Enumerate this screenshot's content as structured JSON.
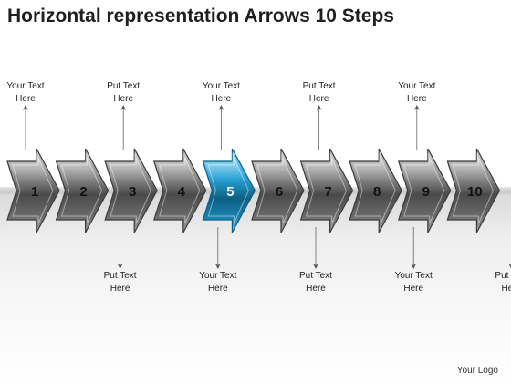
{
  "title": "Horizontal representation Arrows 10 Steps",
  "steps": [
    {
      "num": "1",
      "label_line1": "Your Text",
      "label_line2": "Here",
      "label_pos": "top",
      "highlight": false
    },
    {
      "num": "2",
      "label_line1": "Put Text",
      "label_line2": "Here",
      "label_pos": "bottom",
      "highlight": false
    },
    {
      "num": "3",
      "label_line1": "Put Text",
      "label_line2": "Here",
      "label_pos": "top",
      "highlight": false
    },
    {
      "num": "4",
      "label_line1": "Your Text",
      "label_line2": "Here",
      "label_pos": "bottom",
      "highlight": false
    },
    {
      "num": "5",
      "label_line1": "Your Text",
      "label_line2": "Here",
      "label_pos": "top",
      "highlight": true
    },
    {
      "num": "6",
      "label_line1": "Put Text",
      "label_line2": "Here",
      "label_pos": "bottom",
      "highlight": false
    },
    {
      "num": "7",
      "label_line1": "Put Text",
      "label_line2": "Here",
      "label_pos": "top",
      "highlight": false
    },
    {
      "num": "8",
      "label_line1": "Your Text",
      "label_line2": "Here",
      "label_pos": "bottom",
      "highlight": false
    },
    {
      "num": "9",
      "label_line1": "Your Text",
      "label_line2": "Here",
      "label_pos": "top",
      "highlight": false
    },
    {
      "num": "10",
      "label_line1": "Put Text",
      "label_line2": "Here",
      "label_pos": "bottom",
      "highlight": false
    }
  ],
  "logo": "Your Logo",
  "colors": {
    "arrow_gray": "#6e6e6e",
    "arrow_dark": "#3a3a3a",
    "highlight_blue": "#2aa3d6",
    "highlight_dark": "#0d5f84"
  }
}
